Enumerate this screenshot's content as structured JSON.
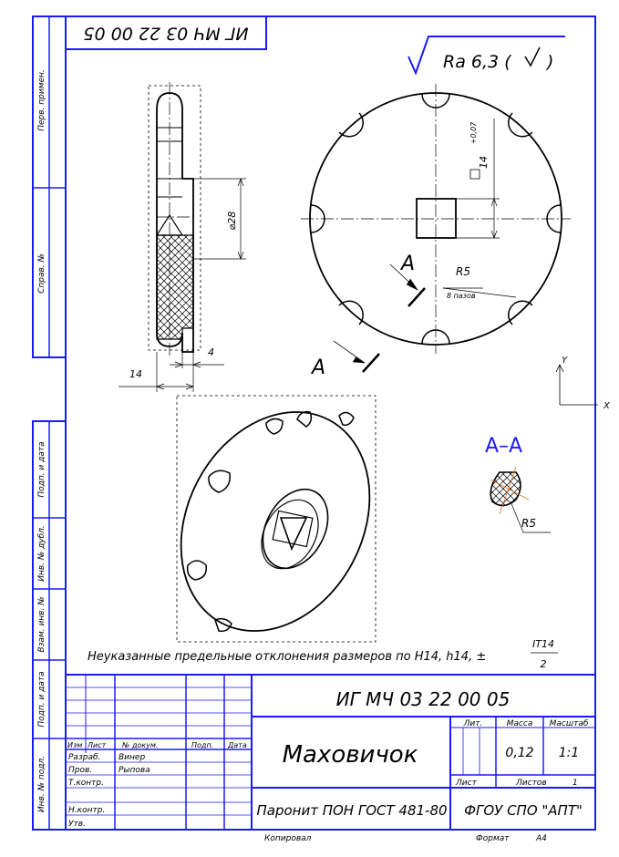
{
  "designation_top": "ИГ МЧ 03 22 00 05",
  "designation": "ИГ МЧ 03 22 00 05",
  "roughness": "Ra 6,3 (",
  "roughness_close": ")",
  "note_text": "Неуказанные предельные отклонения размеров по H14, h14, ±",
  "note_frac_num": "IT14",
  "note_frac_den": "2",
  "part_name": "Маховичок",
  "material": "Паронит ПОН  ГОСТ 481-80",
  "organization": "ФГОУ СПО \"АПТ\"",
  "section_label": "А–А",
  "view_arrow_label": "А",
  "dims": {
    "dia28": "⌀28",
    "w14": "14",
    "w4": "4",
    "sq14": "14",
    "sq_tol": "+0,07",
    "r5": "R5",
    "r5_note": "8 пазов",
    "r5_section": "R5"
  },
  "side_labels": [
    "Перв. примен.",
    "Справ. №",
    "Подп. и дата",
    "Инв. № дубл.",
    "Взам. инв. №",
    "Подп. и дата",
    "Инв. № подл."
  ],
  "title_headers": {
    "lit": "Лит.",
    "mass": "Масса",
    "scale": "Масштаб"
  },
  "mass_value": "0,12",
  "scale_value": "1:1",
  "sheet_label": "Лист",
  "sheets_label": "Листов",
  "sheets_value": "1",
  "rev_headers": [
    "Изм",
    "Лист",
    "№ докум.",
    "Подп.",
    "Дата"
  ],
  "roles": [
    {
      "role": "Разраб.",
      "name": "Винер"
    },
    {
      "role": "Пров.",
      "name": "Рыпова"
    },
    {
      "role": "Т.контр.",
      "name": ""
    },
    {
      "role": "Н.контр.",
      "name": ""
    },
    {
      "role": "Утв.",
      "name": ""
    }
  ],
  "copied_label": "Копировал",
  "format_label": "Формат",
  "format_value": "А4",
  "axis_y": "Y",
  "axis_x": "X",
  "colors": {
    "frame": "#1a1aff",
    "line": "#000000",
    "hatch_accent": "#e07020"
  }
}
